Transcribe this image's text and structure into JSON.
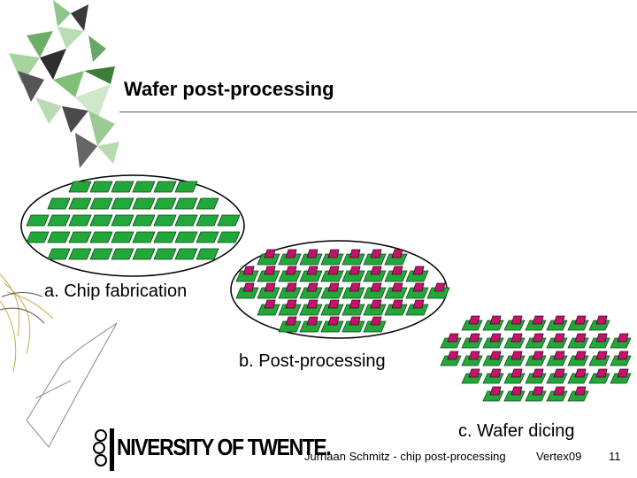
{
  "slide": {
    "title": "Wafer post-processing",
    "steps": [
      {
        "label": "a. Chip fabrication"
      },
      {
        "label": "b. Post-processing"
      },
      {
        "label": "c. Wafer dicing"
      }
    ],
    "footer": {
      "author": "Jurriaan Schmitz - chip post-processing",
      "event": "Vertex09",
      "page": "11"
    },
    "logo": {
      "text": "NIVERSITY OF TWENTE."
    },
    "colors": {
      "chip_green": "#22a83a",
      "bump_magenta": "#c0156a",
      "decor_green": "#8fc58a",
      "decor_dark": "#3a3a3a"
    }
  }
}
